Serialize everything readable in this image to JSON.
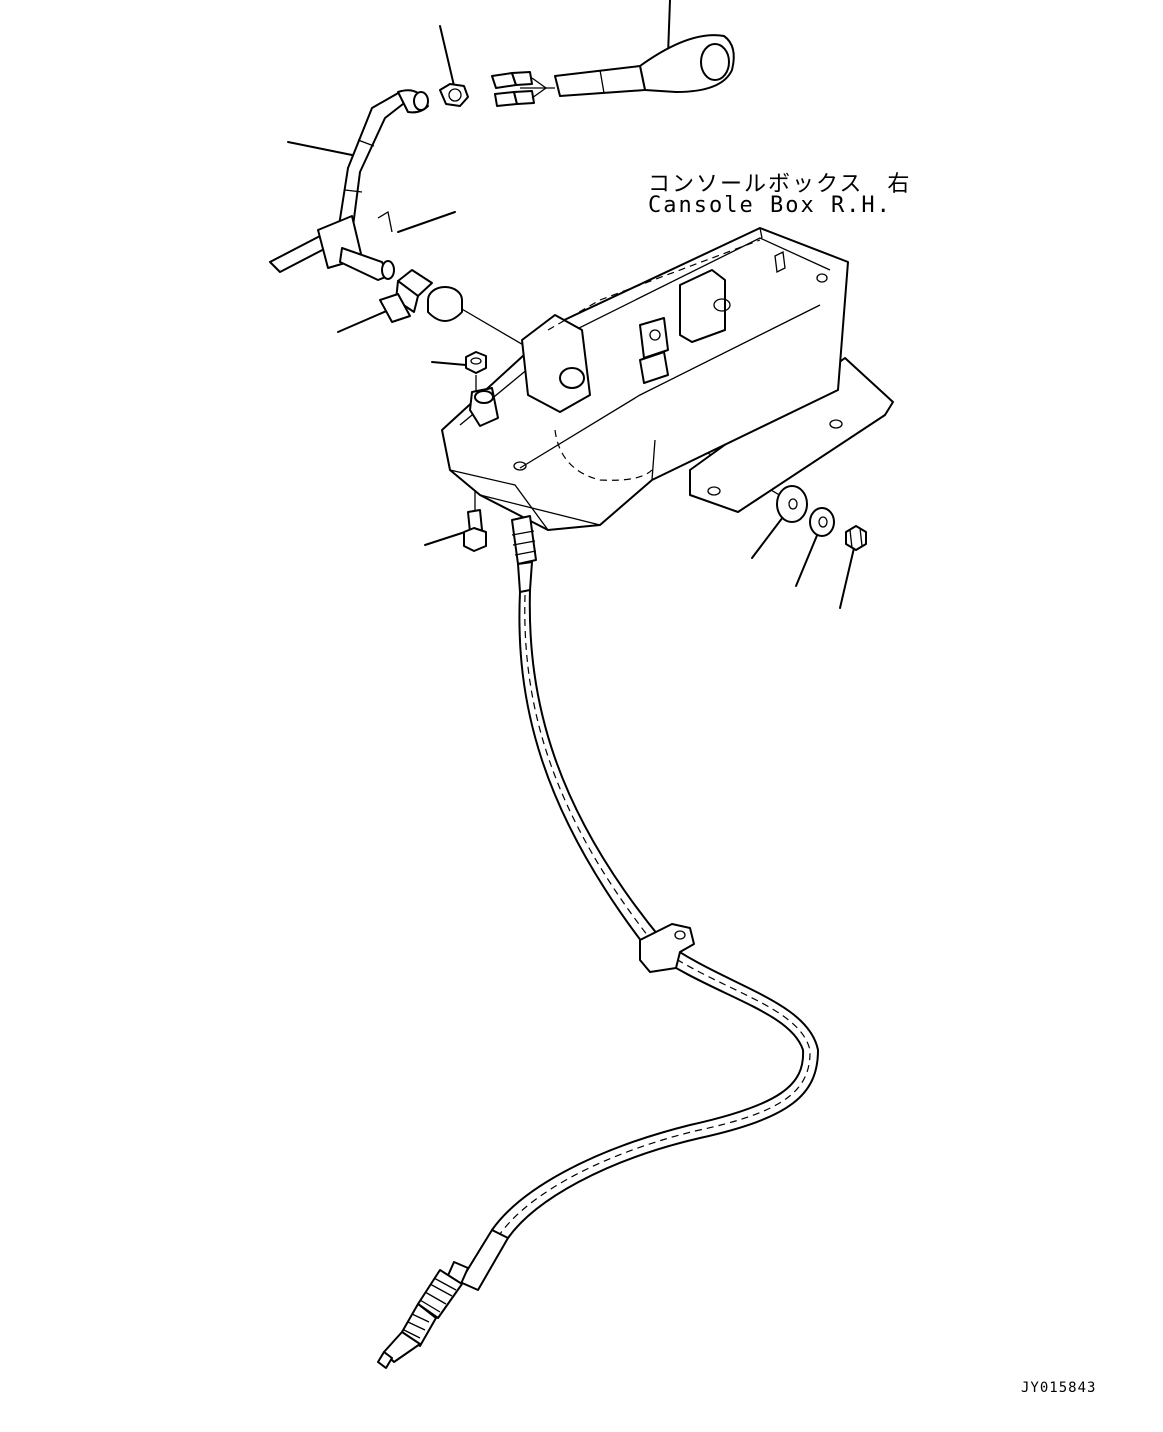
{
  "diagram": {
    "labels": {
      "console_jp": "コンソールボックス　右",
      "console_en": "Cansole Box R.H."
    },
    "drawing_code": "JY015843",
    "parts": [
      "lever",
      "nut",
      "knob",
      "electrical-connector",
      "clip",
      "bushing",
      "collar",
      "nut-small",
      "bolt",
      "washer",
      "washer-2",
      "lock-nut",
      "console-box",
      "control-cable",
      "cable-clamp",
      "cable-end-fitting"
    ]
  }
}
